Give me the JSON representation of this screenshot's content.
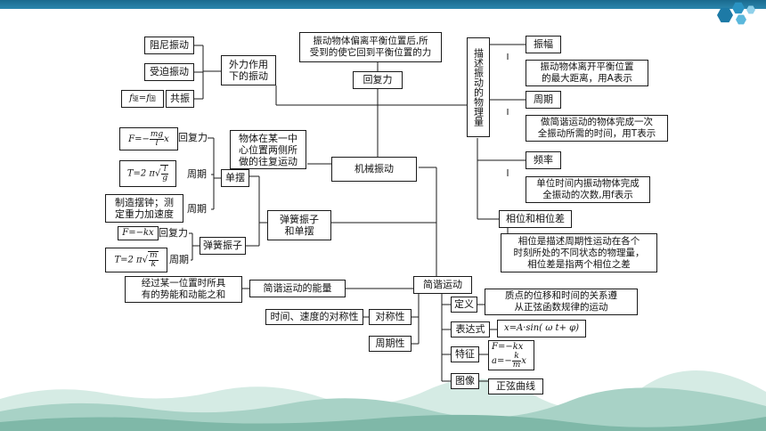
{
  "colors": {
    "topbar": "#1f78a0",
    "hill_dark": "#8fc1b5",
    "hill_light": "#c9e4dc",
    "line": "#1a1a1a"
  },
  "header": {
    "logo": "hexagon-cluster-icon"
  },
  "center": {
    "label": "机械振动"
  },
  "definition": {
    "text": "物体在某一中\n心位置两侧所\n做的往复运动"
  },
  "huifuli": {
    "label": "回复力",
    "desc": "振动物体偏离平衡位置后,所\n受到的使它回到平衡位置的力"
  },
  "external": {
    "label": "外力作用\n下的振动",
    "items": [
      "阻尼振动",
      "受迫振动",
      "共振"
    ],
    "resonance_formula": {
      "f1": "f",
      "sub1": "驱",
      "eq": "=",
      "f2": "f",
      "sub2": "固"
    }
  },
  "quantities": {
    "label": "描述振动的物理量",
    "amplitude": {
      "label": "振幅",
      "desc": "振动物体离开平衡位置\n的最大距离，用A表示"
    },
    "period": {
      "label": "周期",
      "desc": "做简谐运动的物体完成一次\n全振动所需的时间，用T表示"
    },
    "frequency": {
      "label": "频率",
      "desc": "单位时间内振动物体完成\n全振动的次数,用f表示"
    },
    "phase": {
      "label": "相位和相位差",
      "desc": "相位是描述周期性运动在各个\n时刻所处的不同状态的物理量，\n相位差是指两个相位之差"
    }
  },
  "pendulum": {
    "group_label": "弹簧振子\n和单摆",
    "simple": {
      "label": "单摆",
      "force_formula_lhs": "F=−",
      "force_num": "mg",
      "force_den": "l",
      "force_tail": "x",
      "force_label": "回复力",
      "period_lhs": "T=2 π",
      "period_num": "l",
      "period_den": "g",
      "period_label": "周期",
      "use_text": "制造摆钟；测\n定重力加速度",
      "use_label": "周期"
    },
    "spring": {
      "label": "弹簧振子",
      "force_formula": "F=−kx",
      "force_label": "回复力",
      "period_lhs": "T=2 π",
      "period_num": "m",
      "period_den": "k",
      "period_label": "周期"
    }
  },
  "energy": {
    "label": "简谐运动的能量",
    "desc": "经过某一位置时所具\n有的势能和动能之和"
  },
  "shm": {
    "label": "简谐运动",
    "definition": {
      "label": "定义",
      "desc": "质点的位移和时间的关系遵\n从正弦函数规律的运动"
    },
    "expression": {
      "label": "表达式",
      "formula": "x=A·sin( ω t+ φ)"
    },
    "feature": {
      "label": "特征",
      "f1": "F=−kx",
      "f2_lhs": "a=−",
      "f2_num": "k",
      "f2_den": "m",
      "f2_tail": "x"
    },
    "graph": {
      "label": "图像",
      "desc": "正弦曲线"
    },
    "symmetry": {
      "label": "对称性",
      "desc": "时间、速度的对称性"
    },
    "periodicity": {
      "label": "周期性"
    }
  }
}
